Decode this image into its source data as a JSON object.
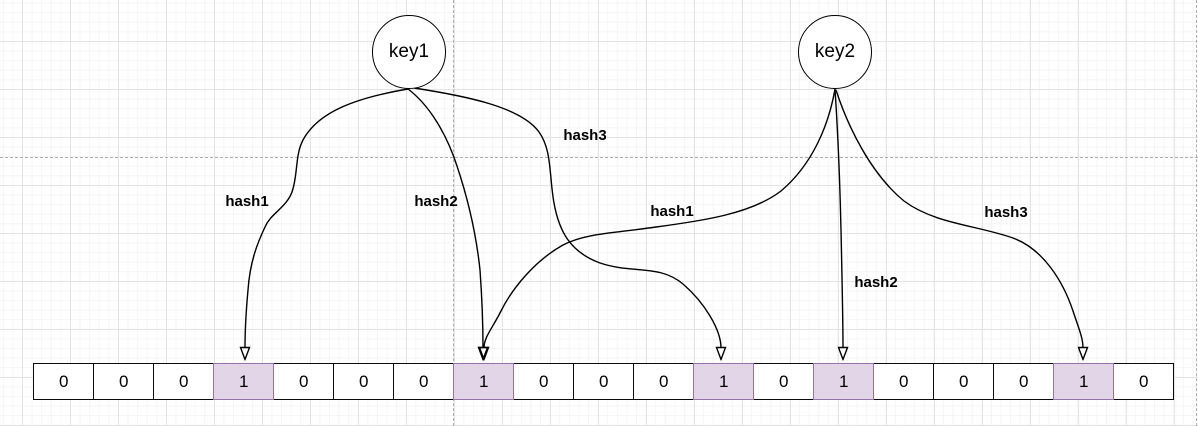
{
  "diagram": {
    "title": "bloom-filter-hash-mapping",
    "keys": [
      {
        "label": "key1",
        "hashes": [
          {
            "label": "hash1",
            "target_bit": 3
          },
          {
            "label": "hash2",
            "target_bit": 7
          },
          {
            "label": "hash3",
            "target_bit": 11
          }
        ]
      },
      {
        "label": "key2",
        "hashes": [
          {
            "label": "hash1",
            "target_bit": 7
          },
          {
            "label": "hash2",
            "target_bit": 13
          },
          {
            "label": "hash3",
            "target_bit": 17
          }
        ]
      }
    ],
    "bit_array": {
      "bits": [
        "0",
        "0",
        "0",
        "1",
        "0",
        "0",
        "0",
        "1",
        "0",
        "0",
        "0",
        "1",
        "0",
        "1",
        "0",
        "0",
        "0",
        "1",
        "0"
      ],
      "set_indices": [
        3,
        7,
        11,
        13,
        17
      ]
    },
    "colors": {
      "set_cell_fill": "#e1d5e7",
      "set_cell_border": "#9673a6",
      "cell_border": "#000000",
      "connector": "#000000",
      "grid_major": "#e4e4e4",
      "grid_minor": "#f6f4f6",
      "page_break": "#adadad"
    }
  }
}
